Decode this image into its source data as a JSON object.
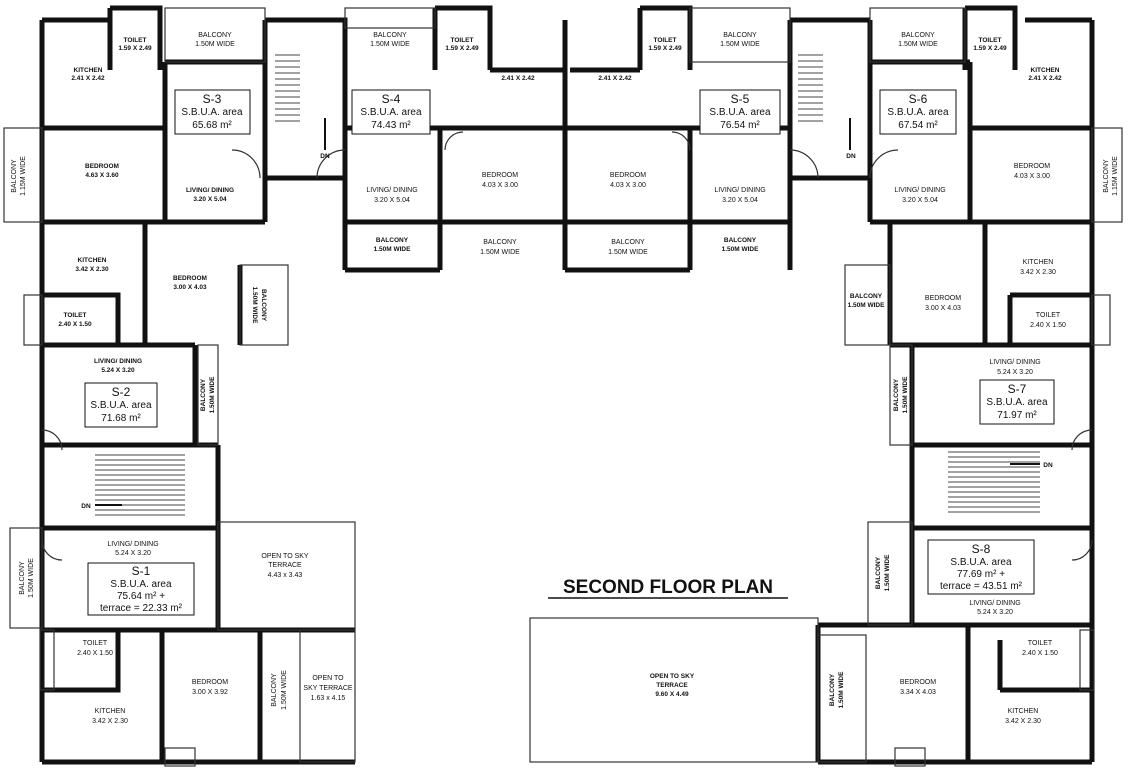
{
  "title": "SECOND FLOOR PLAN",
  "units": [
    {
      "id": "S-1",
      "label": "S-1",
      "area_label": "S.B.U.A. area",
      "area": "75.64 m² +",
      "extra": "terrace = 22.33 m²"
    },
    {
      "id": "S-2",
      "label": "S-2",
      "area_label": "S.B.U.A. area",
      "area": "71.68 m²"
    },
    {
      "id": "S-3",
      "label": "S-3",
      "area_label": "S.B.U.A. area",
      "area": "65.68 m²"
    },
    {
      "id": "S-4",
      "label": "S-4",
      "area_label": "S.B.U.A. area",
      "area": "74.43 m²"
    },
    {
      "id": "S-5",
      "label": "S-5",
      "area_label": "S.B.U.A. area",
      "area": "76.54 m²"
    },
    {
      "id": "S-6",
      "label": "S-6",
      "area_label": "S.B.U.A. area",
      "area": "67.54 m²"
    },
    {
      "id": "S-7",
      "label": "S-7",
      "area_label": "S.B.U.A. area",
      "area": "71.97 m²"
    },
    {
      "id": "S-8",
      "label": "S-8",
      "area_label": "S.B.U.A. area",
      "area": "77.69 m² +",
      "extra": "terrace = 43.51 m²"
    }
  ],
  "rooms": {
    "balcony": "BALCONY",
    "balcony_150": "1.50M WIDE",
    "balcony_115": "1.15M WIDE",
    "bedroom": "BEDROOM",
    "kitchen": "KITCHEN",
    "toilet": "TOILET",
    "living": "LIVING/ DINING",
    "open_sky": "OPEN TO SKY",
    "terrace": "TERRACE",
    "open_to": "OPEN TO",
    "sky_terrace": "SKY TERRACE",
    "dn": "DN"
  },
  "dims": {
    "d_403x300": "4.03 X 3.00",
    "d_320x504": "3.20 X 5.04",
    "d_524x320": "5.24 X 3.20",
    "d_342x230": "3.42 X 2.30",
    "d_240x150": "2.40 X 1.50",
    "d_300x403": "3.00 X 4.03",
    "d_300x392": "3.00 X 3.92",
    "d_334x403": "3.34 X 4.03",
    "d_443x343": "4.43 x 3.43",
    "d_163x415": "1.63 x 4.15",
    "d_241x242": "2.41 X 2.42",
    "d_159x249": "1.59 X 2.49",
    "d_463x360": "4.63 X 3.60",
    "d_320x504b": "3.20 X 5.04",
    "d_342x230b": "3.42 X 2.30",
    "d_240x150b": "2.40 X 1.50",
    "d_524x320b": "5.24 X 3.20",
    "d_300x403b": "3.00 X 4.03",
    "d_960x449": "9.60 X 4.49"
  }
}
